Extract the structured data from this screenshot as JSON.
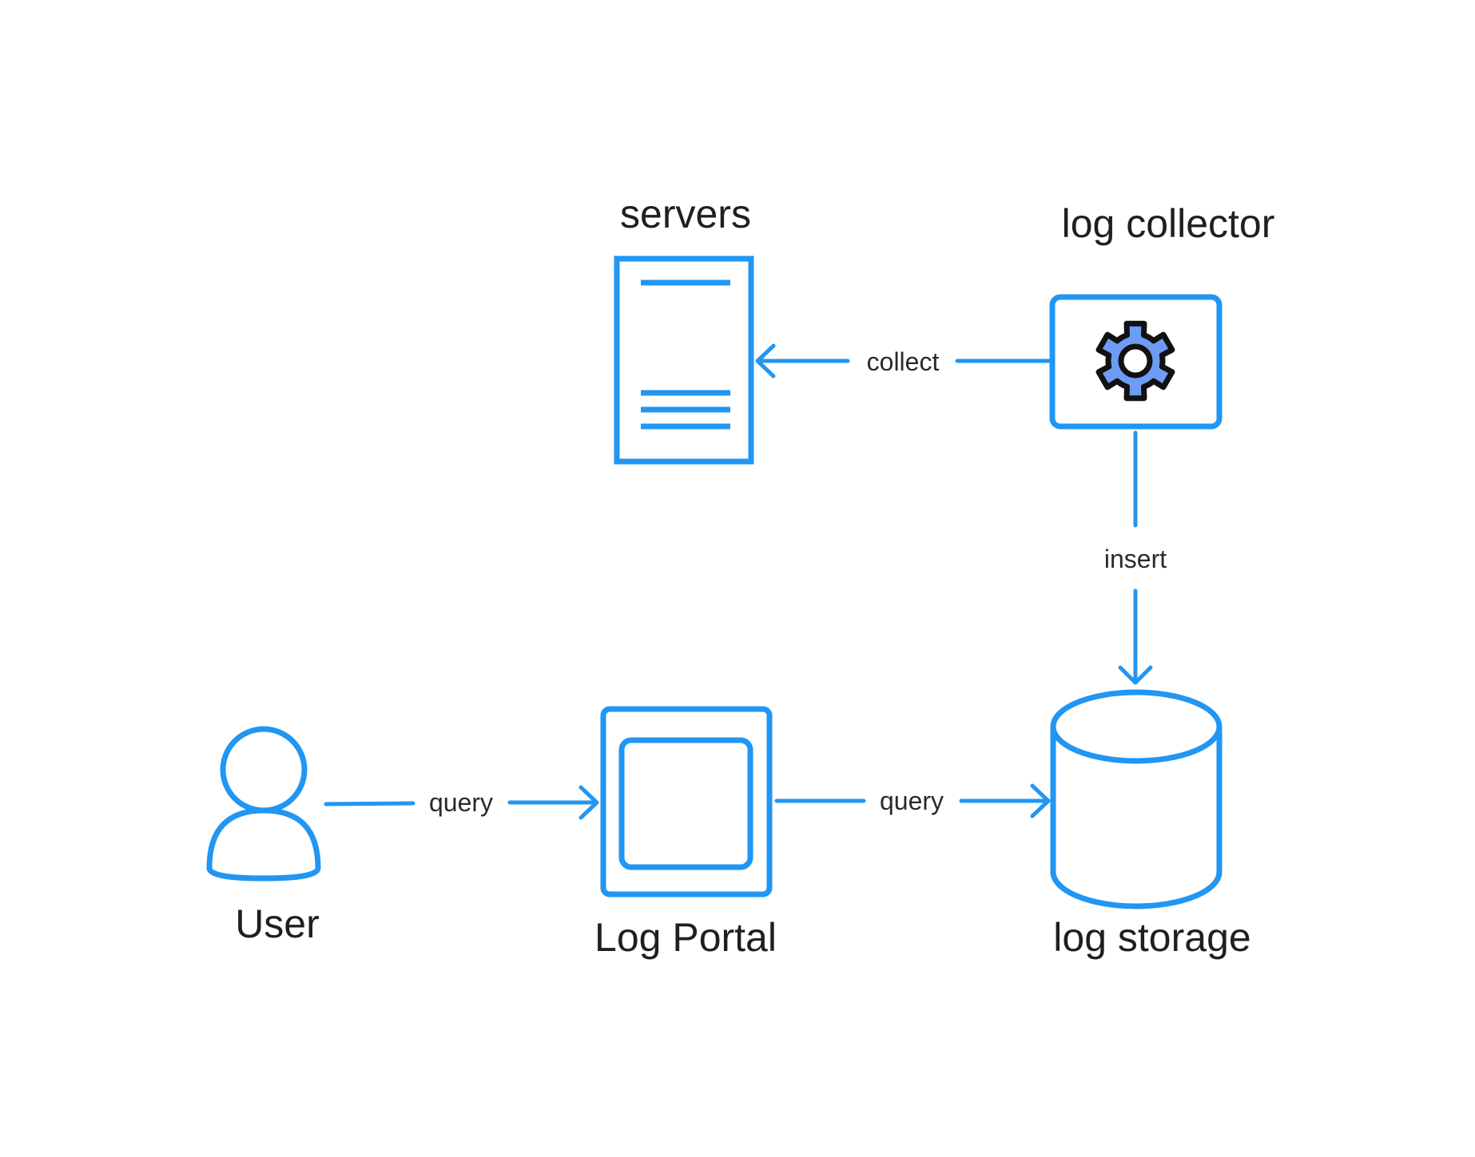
{
  "diagram": {
    "colors": {
      "stroke": "#2196F3",
      "gear_fill": "#6E9BF5",
      "gear_outline": "#111111",
      "text": "#1f1f1f",
      "background": "#ffffff"
    },
    "nodes": {
      "servers": {
        "label": "servers",
        "icon": "document-icon"
      },
      "log_collector": {
        "label": "log collector",
        "icon": "gear-icon"
      },
      "user": {
        "label": "User",
        "icon": "user-icon"
      },
      "log_portal": {
        "label": "Log Portal",
        "icon": "window-icon"
      },
      "log_storage": {
        "label": "log storage",
        "icon": "database-icon"
      }
    },
    "edges": {
      "collect": {
        "label": "collect",
        "from": "log collector",
        "to": "servers"
      },
      "insert": {
        "label": "insert",
        "from": "log collector",
        "to": "log storage"
      },
      "user_query": {
        "label": "query",
        "from": "User",
        "to": "Log Portal"
      },
      "portal_query": {
        "label": "query",
        "from": "Log Portal",
        "to": "log storage"
      }
    }
  }
}
